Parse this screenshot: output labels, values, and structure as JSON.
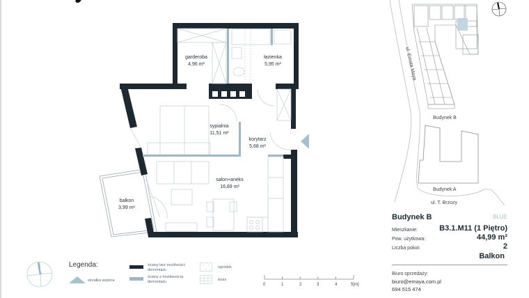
{
  "plan": {
    "rooms": [
      {
        "id": "garderoba",
        "name": "garderoba",
        "area": "4,96 m²"
      },
      {
        "id": "lazienka",
        "name": "łazienka",
        "area": "5,95 m²"
      },
      {
        "id": "sypialnia",
        "name": "sypialnia",
        "area": "11,51 m²"
      },
      {
        "id": "korytarz",
        "name": "korytarz",
        "area": "5,68 m²"
      },
      {
        "id": "salon",
        "name": "salon+aneks",
        "area": "16,89 m²"
      },
      {
        "id": "balkon",
        "name": "balkon",
        "area": "3,99 m²"
      }
    ],
    "colors": {
      "wall_fixed": "#1d2831",
      "wall_removable": "#9fb7c4",
      "entry_arrow": "#a7c1cc",
      "highlight": "#bcd3de"
    }
  },
  "legend": {
    "title": "Legenda:",
    "items": [
      {
        "id": "entry",
        "label": "strzałka wejścia"
      },
      {
        "id": "wall_fixed",
        "label_line1": "ściany bez możliwości",
        "label_line2": "demontażu"
      },
      {
        "id": "wall_removable",
        "label_line1": "ściany z możliwością",
        "label_line2": "demontażu"
      },
      {
        "id": "garden",
        "label": "ogródek"
      },
      {
        "id": "terrace",
        "label": "taras"
      }
    ]
  },
  "scale": {
    "ticks": [
      "0",
      "1",
      "2",
      "3",
      "4",
      "5[m]"
    ]
  },
  "site_map": {
    "street_1": "ul. Ernsta Maya",
    "street_2": "ul. T. Brzozy",
    "building_b": "Budynek B",
    "building_a": "Budynek A"
  },
  "info": {
    "building": "Budynek B",
    "tag": "BLUE",
    "rows": [
      {
        "key": "Mieszkanie:",
        "value": "B3.1.M11 (1 Piętro)"
      },
      {
        "key": "Pow. użytkowa:",
        "value": "44,99 m²"
      },
      {
        "key": "Liczba pokoi:",
        "value": "2"
      },
      {
        "key": "",
        "value": "Balkon"
      }
    ],
    "contact_label": "Biuro sprzedaży:",
    "email": "biuro@emaya.com.pl",
    "phone": "694 515 474"
  }
}
